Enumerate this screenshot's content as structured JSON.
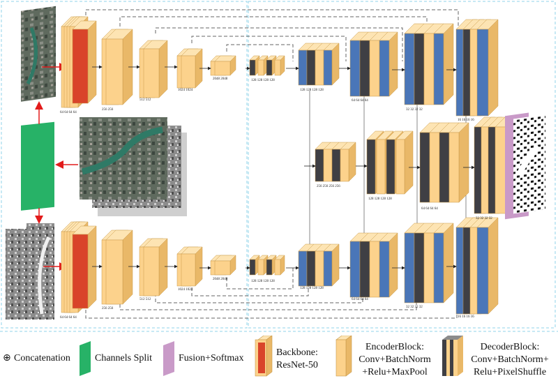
{
  "colors": {
    "encoder": "#fcd28c",
    "encoder_edge": "#c99a4a",
    "backbone_red": "#d9442a",
    "decoder_dark": "#3f3f44",
    "decoder_blue": "#4a76b8",
    "decoder_body": "#fcd28c",
    "split_green": "#27b267",
    "fusion_purple": "#c99ac8",
    "arrow_red": "#e21b1b",
    "frame_cyan": "#8fd3e8"
  },
  "legend": {
    "concat_symbol": "⊕",
    "concat_label": "Concatenation",
    "split_label": "Channels Split",
    "fusion_label": "Fusion+Softmax",
    "backbone_label_1": "Backbone:",
    "backbone_label_2": "ResNet-50",
    "encoder_label_1": "EncoderBlock:",
    "encoder_label_2": "Conv+BatchNorm",
    "encoder_label_3": "+Relu+MaxPool",
    "decoder_label_1": "DecoderBlock:",
    "decoder_label_2": "Conv+BatchNorm+",
    "decoder_label_3": "Relu+PixelShuffle"
  },
  "labels": {
    "top_backbone": "64 64 64 64",
    "top_e1": "256 256",
    "top_e2": "512 512",
    "top_e3": "1024 1024",
    "top_e4": "2048 2048",
    "top_mid": "128 128 128 128",
    "top_d1": "128 128 128 128",
    "top_d2": "64 64 64 64",
    "top_d3": "32 32 32 32",
    "top_d4": "16 16 16 16",
    "mid_d1": "256 256 256 256",
    "mid_d2": "128 128 128 128",
    "mid_d3": "64 64 64 64",
    "mid_d4": "32 32 32 32",
    "bot_backbone": "64 64 64 64",
    "bot_e1": "256 256",
    "bot_e2": "512 512",
    "bot_e3": "1024 1024",
    "bot_e4": "2048 2048",
    "bot_mid": "128 128 128 128",
    "bot_d1": "128 128 128 128",
    "bot_d2": "64 64 64 64",
    "bot_d3": "32 32 32 32",
    "bot_d4": "16 16 16 16"
  }
}
